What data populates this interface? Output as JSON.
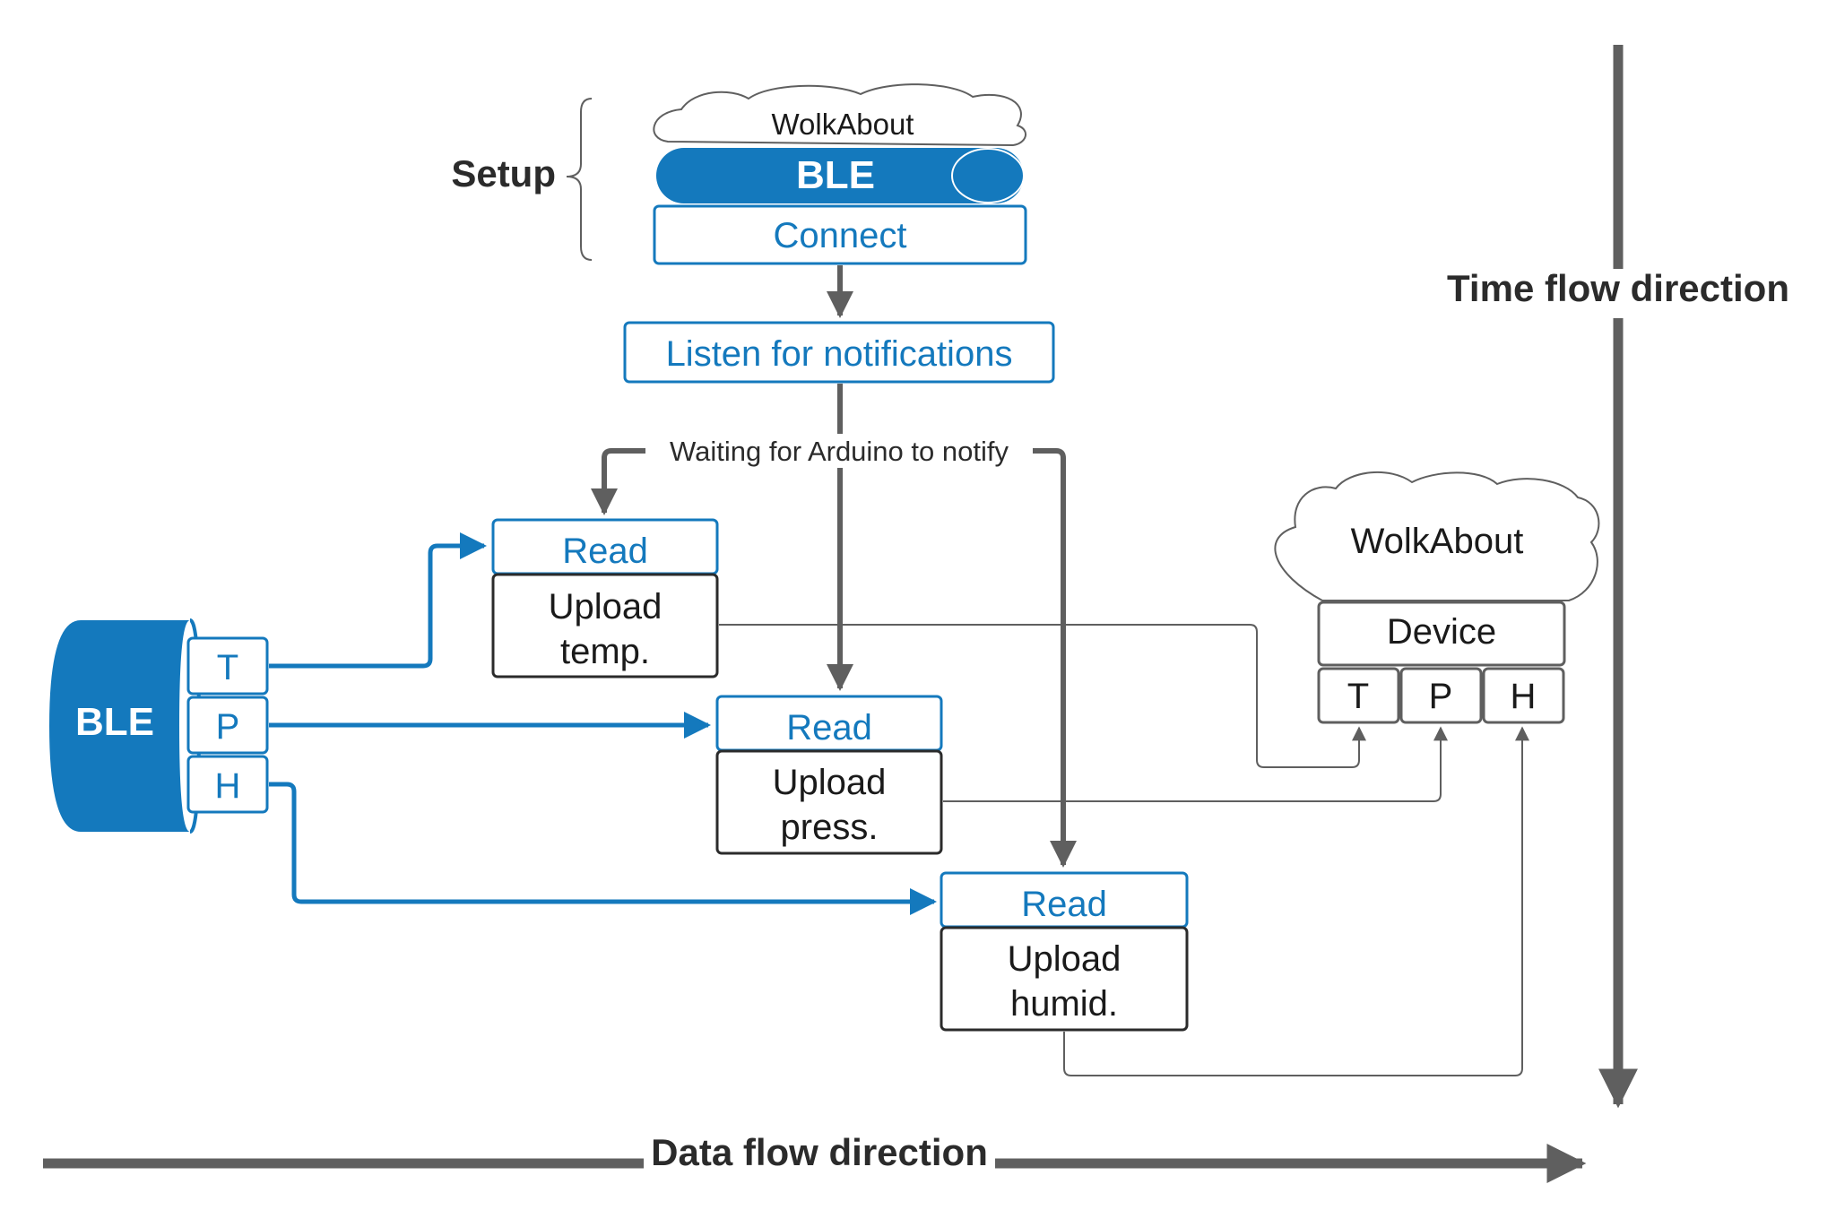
{
  "colors": {
    "blue": "#1479bd",
    "gray": "#5f5f5f",
    "dark": "#2b2b2b",
    "light_gray": "#9a9a9a"
  },
  "setup": {
    "label": "Setup",
    "cloud_label": "WolkAbout",
    "ble_label": "BLE",
    "connect_label": "Connect"
  },
  "listen_label": "Listen for notifications",
  "waiting_label": "Waiting for Arduino to notify",
  "ble_device": {
    "label": "BLE",
    "characteristics": [
      "T",
      "P",
      "H"
    ]
  },
  "tasks": [
    {
      "read": "Read",
      "upload_line1": "Upload",
      "upload_line2": "temp."
    },
    {
      "read": "Read",
      "upload_line1": "Upload",
      "upload_line2": "press."
    },
    {
      "read": "Read",
      "upload_line1": "Upload",
      "upload_line2": "humid."
    }
  ],
  "cloud": {
    "label": "WolkAbout",
    "device_label": "Device",
    "slots": [
      "T",
      "P",
      "H"
    ]
  },
  "time_flow_label": "Time flow direction",
  "data_flow_label": "Data flow direction"
}
